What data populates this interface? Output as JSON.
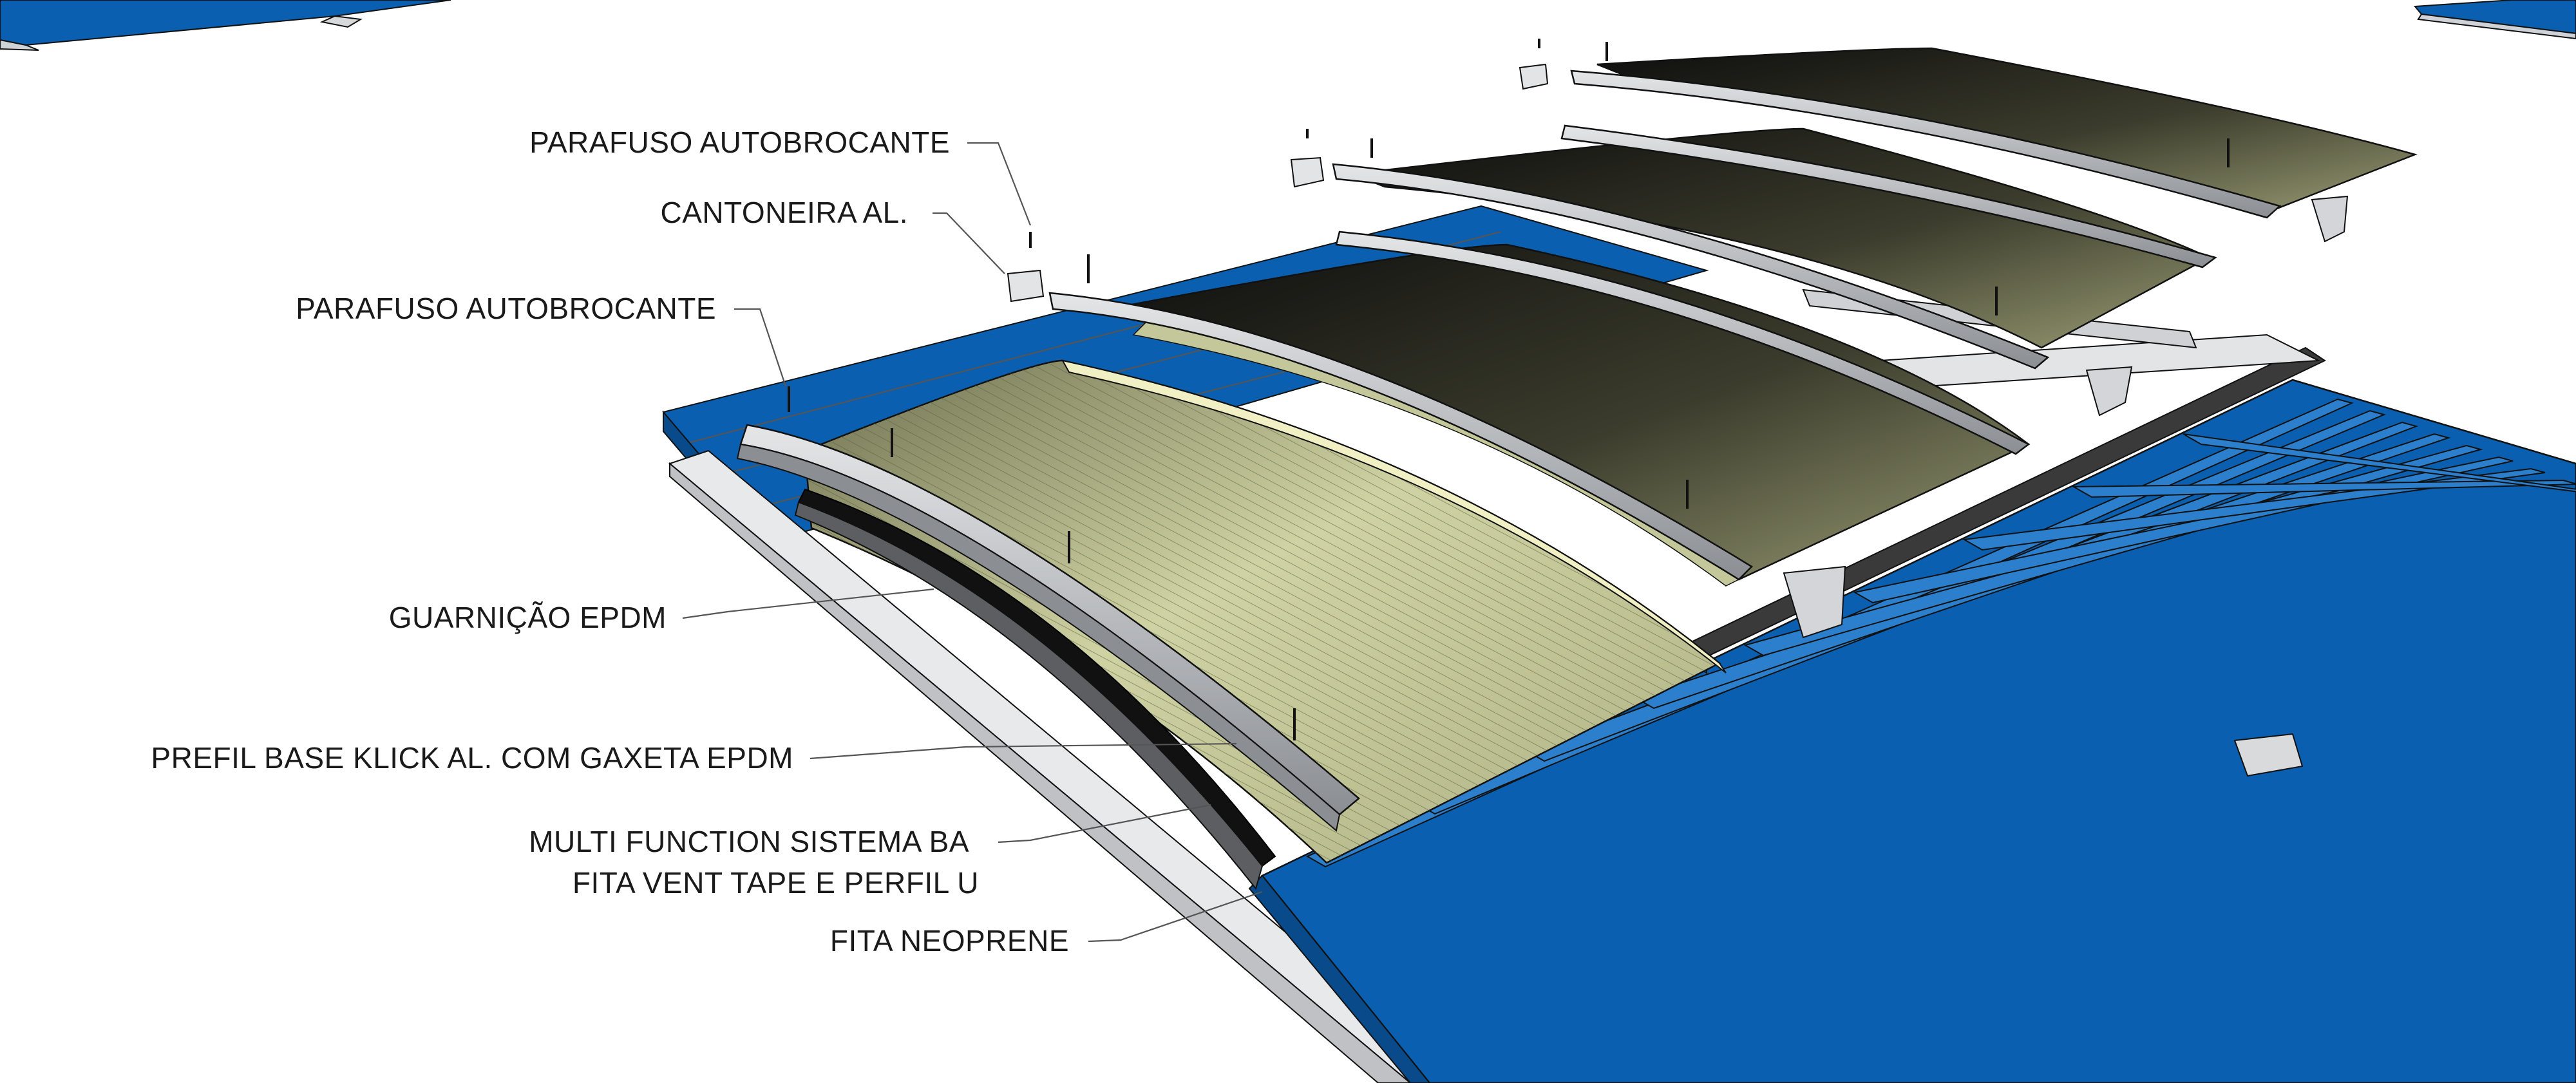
{
  "callouts": [
    {
      "id": "parafuso-autobrocante-top",
      "lines": [
        "PARAFUSO AUTOBROCANTE"
      ]
    },
    {
      "id": "cantoneira-al",
      "lines": [
        "CANTONEIRA AL."
      ]
    },
    {
      "id": "parafuso-autobrocante-mid",
      "lines": [
        "PARAFUSO AUTOBROCANTE"
      ]
    },
    {
      "id": "guarnicao-epdm",
      "lines": [
        "GUARNIÇÃO EPDM"
      ]
    },
    {
      "id": "prefil-base-klick",
      "lines": [
        "PREFIL BASE KLICK AL. COM GAXETA EPDM"
      ]
    },
    {
      "id": "multi-function",
      "lines": [
        "MULTI FUNCTION SISTEMA BA",
        "FITA VENT TAPE E PERFIL U"
      ]
    },
    {
      "id": "fita-neoprene",
      "lines": [
        "FITA NEOPRENE"
      ]
    }
  ],
  "colors": {
    "roof_blue": "#0a5fb0",
    "roof_blue_dark": "#084a8a",
    "roof_blue_light": "#2b7fcc",
    "panel_green": "#c9cc9a",
    "panel_green_dark": "#8f9468",
    "panel_dark": "#1c1c1c",
    "aluminium": "#b9bcc0",
    "aluminium_dark": "#7d8085",
    "epdm": "#111111"
  }
}
